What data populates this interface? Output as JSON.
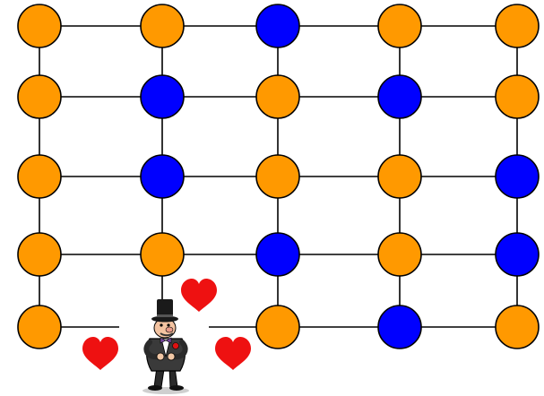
{
  "board": {
    "rows": 5,
    "cols": 5,
    "cells": [
      [
        "orange",
        "orange",
        "blue",
        "orange",
        "orange"
      ],
      [
        "orange",
        "blue",
        "orange",
        "blue",
        "orange"
      ],
      [
        "orange",
        "blue",
        "orange",
        "orange",
        "blue"
      ],
      [
        "orange",
        "orange",
        "blue",
        "orange",
        "blue"
      ],
      [
        "orange",
        "empty",
        "orange",
        "blue",
        "orange"
      ]
    ],
    "colors": {
      "orange": "#ff9900",
      "blue": "#0000ff",
      "outline": "#000000",
      "line": "#000000",
      "heart": "#ee1111"
    },
    "player": {
      "row": 4,
      "col": 1,
      "icon": "gentleman-in-top-hat-icon"
    },
    "hearts": [
      {
        "name": "heart-top-icon"
      },
      {
        "name": "heart-left-icon"
      },
      {
        "name": "heart-right-icon"
      }
    ]
  }
}
